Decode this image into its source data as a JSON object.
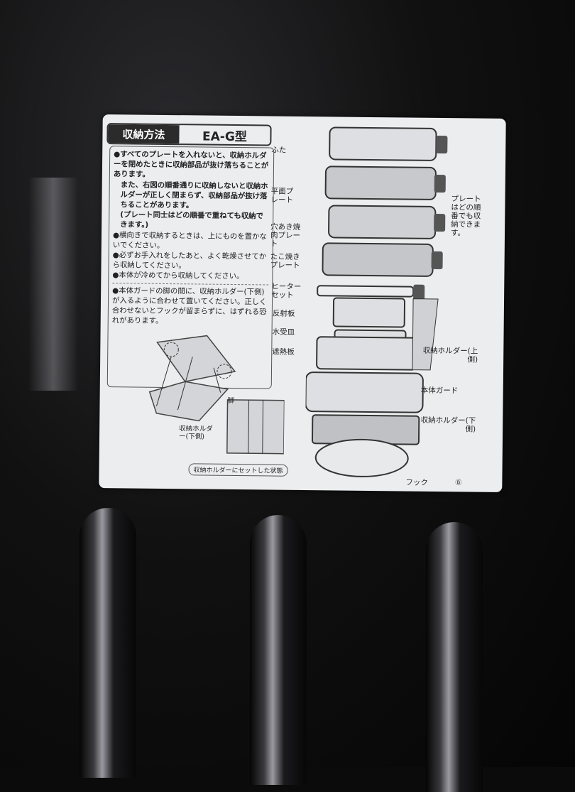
{
  "label": {
    "title": "収納方法",
    "model": "EA-G型",
    "notes": [
      "●すべてのプレートを入れないと、収納ホルダーを閉めたときに収納部品が抜け落ちることがあります。",
      "また、右図の順番通りに収納しないと収納ホルダーが正しく閉まらず、収納部品が抜け落ちることがあります。",
      "(プレート同士はどの順番で重ねても収納できます。)",
      "●横向きで収納するときは、上にものを置かないでください。",
      "●必ずお手入れをしたあと、よく乾燥させてから収納してください。",
      "●本体が冷めてから収納してください。",
      "●本体ガードの脚の間に、収納ホルダー(下側)が入るように合わせて置いてください。正しく合わせないとフックが留まらずに、はずれる恐れがあります。"
    ],
    "left_diagram": {
      "leg": "脚",
      "holder_lower": "収納ホルダー(下側)",
      "caption": "収納ホルダーにセットした状態"
    },
    "parts": {
      "lid": "ふた",
      "flat_plate": "平面プレート",
      "perforated_plate": "穴あき焼肉プレート",
      "takoyaki_plate": "たこ焼きプレート",
      "heater_set": "ヒーターセット",
      "reflector": "反射板",
      "drip_tray": "水受皿",
      "heat_shield": "遮熱板",
      "holder_upper": "収納ホルダー(上側)",
      "body_guard": "本体ガード",
      "holder_lower": "収納ホルダー(下側)",
      "hook": "フック"
    },
    "plate_order_note": "プレートはどの順番でも収納できます。",
    "mark": "Ⓑ"
  }
}
